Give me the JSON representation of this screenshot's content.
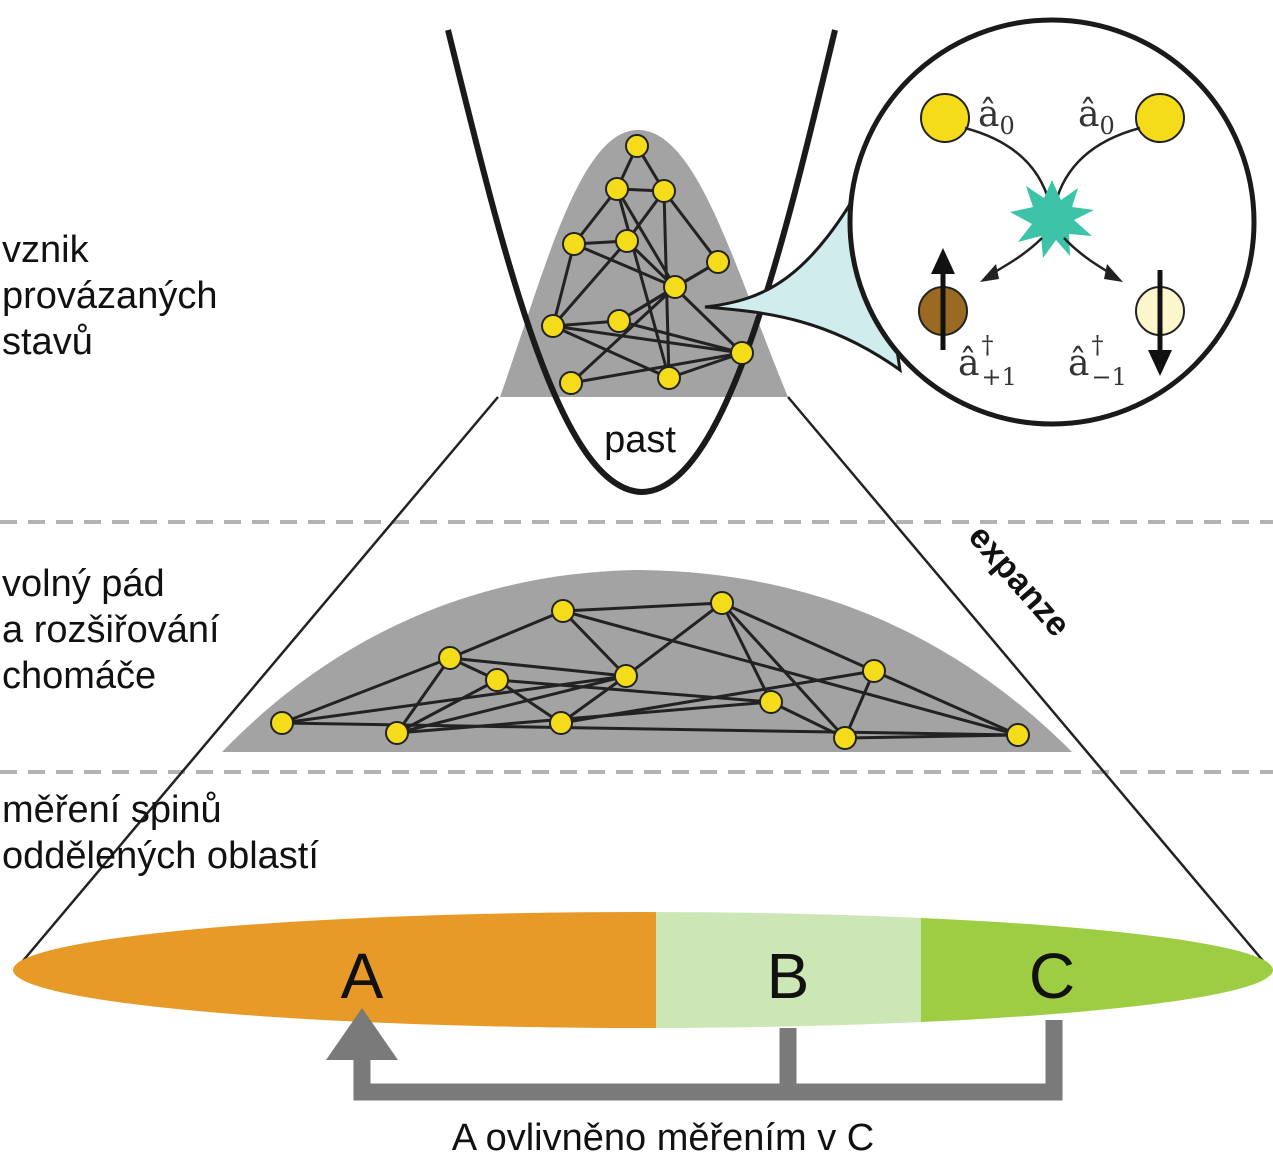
{
  "stages": {
    "top_line1": "vznik",
    "top_line2": "provázaných",
    "top_line3": "stavů",
    "mid_line1": "volný pád",
    "mid_line2": "a rozšiřování",
    "mid_line3": "chomáče",
    "bot_line1": "měření spinů",
    "bot_line2": "oddělených oblastí"
  },
  "trap_label": "past",
  "expansion_label": "expanze",
  "regions": {
    "a": "A",
    "b": "B",
    "c": "C"
  },
  "caption": "A ovlivněno měřením v C",
  "inset": {
    "op_symbol": "â",
    "in_sub": "0",
    "out_dagger": "†",
    "out_sub_left": "+1",
    "out_sub_right": "−1"
  },
  "colors": {
    "atom": "#f5dc1a",
    "cloud": "#a3a3a3",
    "region_a": "#e89a28",
    "region_b": "#cde6b6",
    "region_c": "#9ccd43",
    "arrow": "#7a7a7a",
    "collision": "#3dc4a8",
    "inset_cone": "#d0ecec",
    "spin_up_atom": "#9a6a22",
    "spin_down_atom": "#fbf6cc"
  }
}
